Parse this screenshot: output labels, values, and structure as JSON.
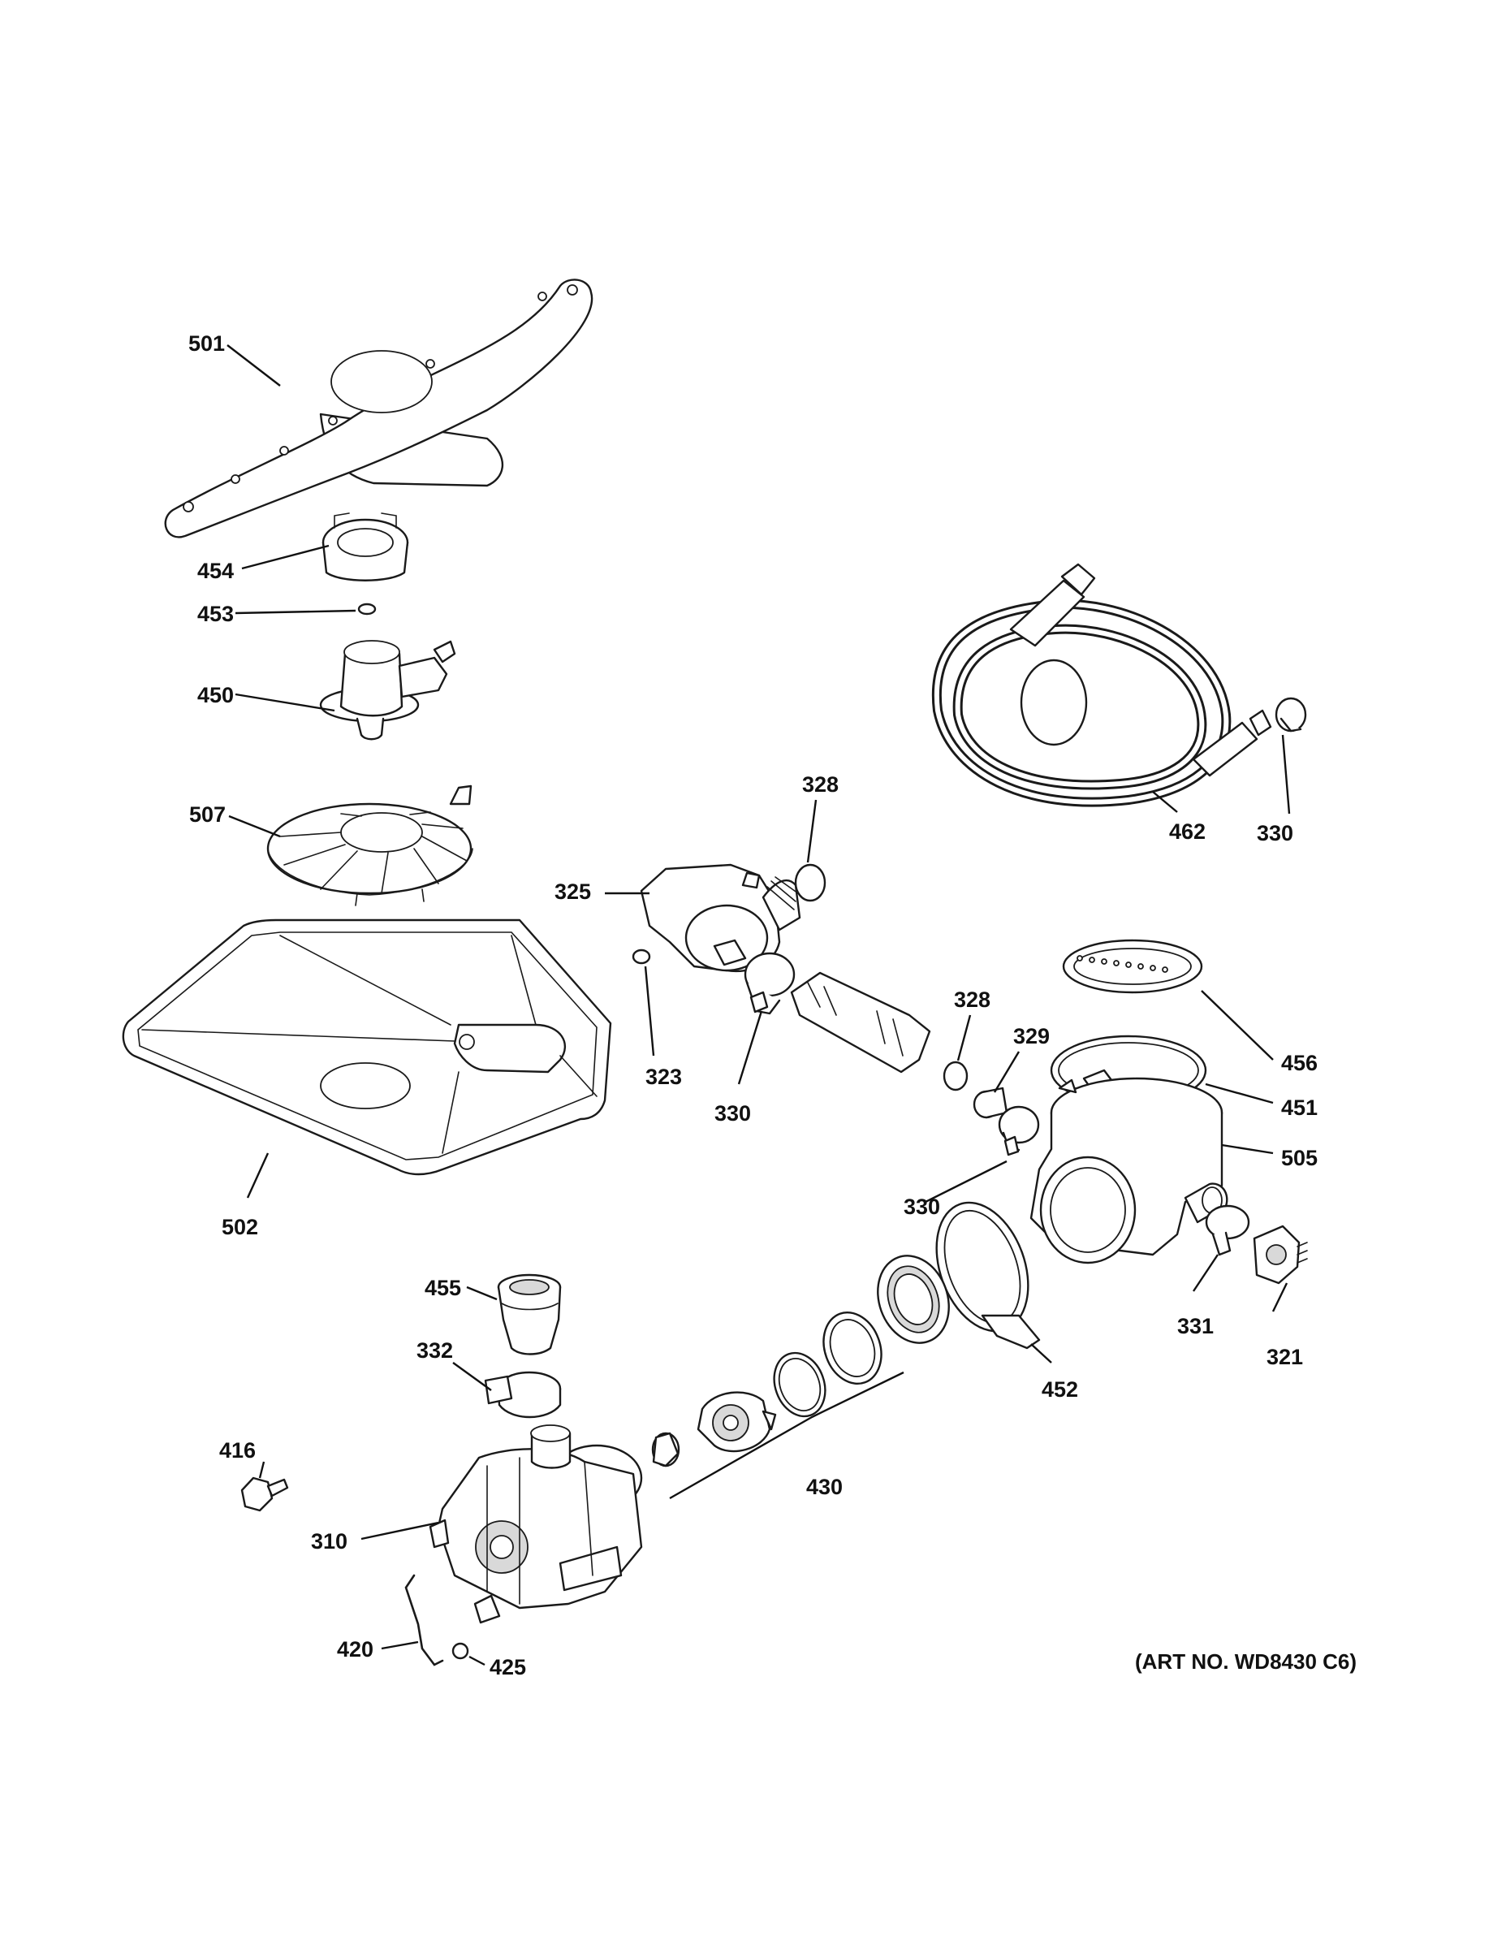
{
  "diagram": {
    "art_number": "(ART NO. WD8430 C6)",
    "callouts": {
      "c501": "501",
      "c454": "454",
      "c453": "453",
      "c450": "450",
      "c507": "507",
      "c502": "502",
      "c455": "455",
      "c332": "332",
      "c416": "416",
      "c310": "310",
      "c420": "420",
      "c425": "425",
      "c328a": "328",
      "c325": "325",
      "c323": "323",
      "c330a": "330",
      "c328b": "328",
      "c329": "329",
      "c330b": "330",
      "c330c": "330",
      "c462": "462",
      "c456": "456",
      "c451": "451",
      "c505": "505",
      "c331": "331",
      "c321": "321",
      "c452": "452",
      "c430": "430"
    }
  }
}
